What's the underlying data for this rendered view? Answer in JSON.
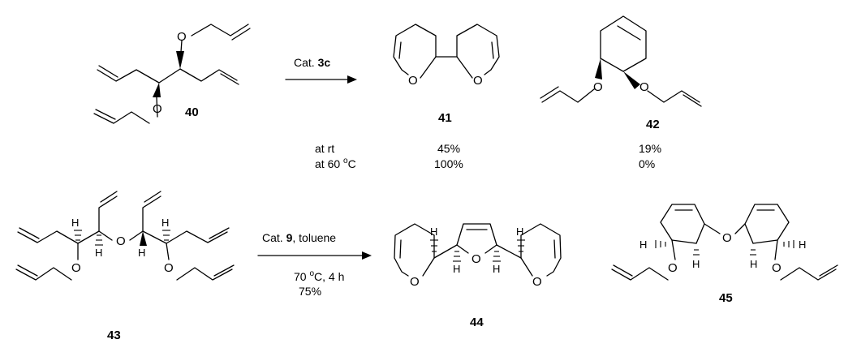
{
  "reaction1": {
    "reactant_label": "40",
    "reagent_prefix": "Cat. ",
    "reagent_bold": "3c",
    "product_label": "41",
    "byproduct_label": "42",
    "atoms": {
      "O": "O"
    },
    "conditions": [
      {
        "label": "at  rt",
        "yield_41": "45%",
        "yield_42": "19%"
      },
      {
        "label": "at  60 ",
        "sup": "o",
        "label_tail": "C",
        "yield_41": "100%",
        "yield_42": "0%"
      }
    ]
  },
  "reaction2": {
    "reactant_label": "43",
    "reagent_prefix": "Cat. ",
    "reagent_bold": "9",
    "reagent_suffix": ", toluene",
    "temp_value": "70 ",
    "temp_sup": "o",
    "temp_tail": "C, 4 h",
    "yield": "75%",
    "product_label": "44",
    "byproduct_label": "45",
    "atoms": {
      "O": "O",
      "H": "H"
    }
  }
}
